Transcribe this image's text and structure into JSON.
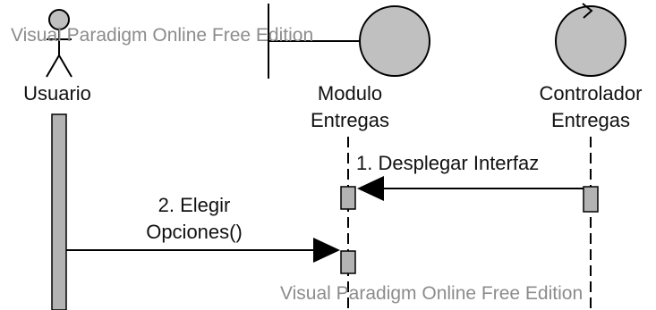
{
  "diagram": {
    "type": "sequence-diagram",
    "watermark_top": "Visual Paradigm Online Free Edition",
    "watermark_bottom": "Visual Paradigm Online Free Edition",
    "actor": {
      "label": "Usuario",
      "icon": "actor-stick-figure-icon"
    },
    "boundary": {
      "label_line1": "Modulo",
      "label_line2": "Entregas",
      "icon": "boundary-icon"
    },
    "control": {
      "label_line1": "Controlador",
      "label_line2": "Entregas",
      "icon": "control-icon"
    },
    "messages": [
      {
        "number": "1.",
        "text": "1. Desplegar Interfaz",
        "from": "Controlador Entregas",
        "to": "Modulo Entregas"
      },
      {
        "number": "2.",
        "text_line1": "2. Elegir",
        "text_line2": "Opciones()",
        "from": "Usuario",
        "to": "Modulo Entregas"
      }
    ],
    "colors": {
      "lifeline": "#000000",
      "activation_fill": "#b3b3b3",
      "icon_fill": "#c0c0c0",
      "watermark": "#8c8c8c"
    }
  }
}
